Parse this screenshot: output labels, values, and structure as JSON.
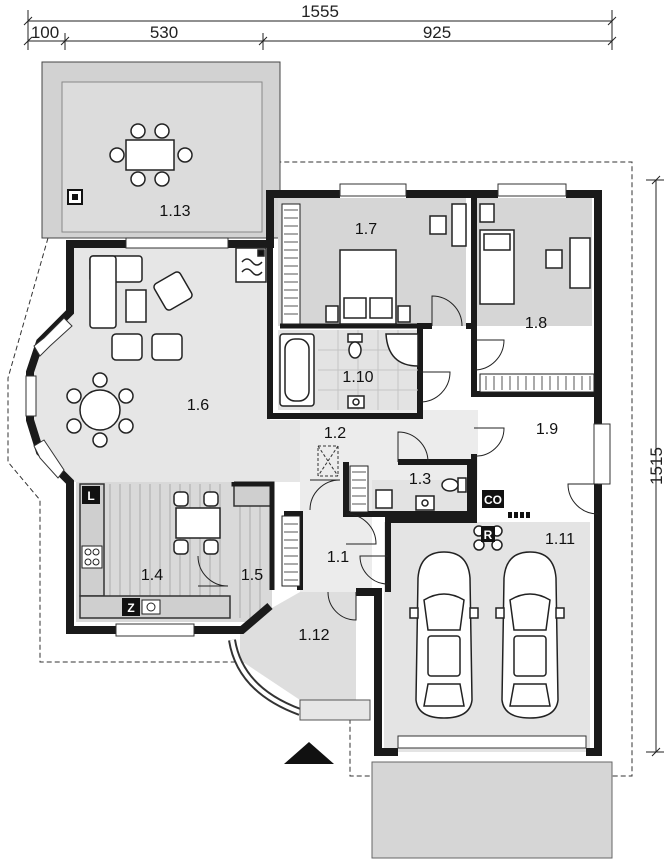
{
  "dimensions": {
    "total_width": "1555",
    "seg_a": "100",
    "seg_b": "530",
    "seg_c": "925",
    "total_height": "1515"
  },
  "rooms": {
    "r1_1": "1.1",
    "r1_2": "1.2",
    "r1_3": "1.3",
    "r1_4": "1.4",
    "r1_5": "1.5",
    "r1_6": "1.6",
    "r1_7": "1.7",
    "r1_8": "1.8",
    "r1_9": "1.9",
    "r1_10": "1.10",
    "r1_11": "1.11",
    "r1_12": "1.12",
    "r1_13": "1.13"
  },
  "fixture_tags": {
    "laundry": "L",
    "chimney": "Z",
    "boiler": "CO",
    "storage": "R"
  },
  "colors": {
    "wall": "#1a1a1a",
    "room_fill": "#d9d9d9",
    "room_light": "#e8e8e8",
    "hall_fill": "#ececec",
    "terrace": "#d0d0d0",
    "dashed": "#333333"
  }
}
